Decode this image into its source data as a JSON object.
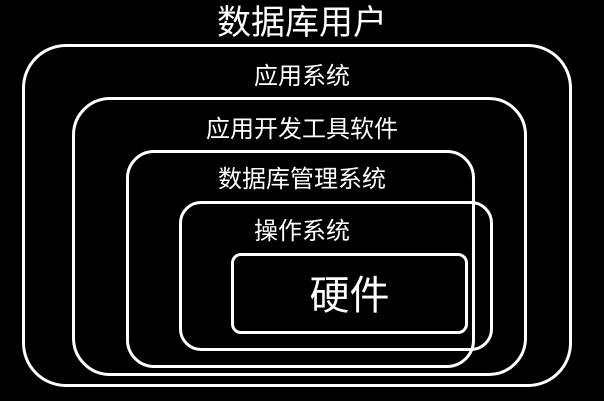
{
  "diagram": {
    "layers": {
      "database_users": "数据库用户",
      "application_system": "应用系统",
      "application_dev_tools": "应用开发工具软件",
      "dbms": "数据库管理系统",
      "operating_system": "操作系统",
      "hardware": "硬件"
    },
    "colors": {
      "background": "#000000",
      "foreground": "#ffffff"
    }
  }
}
